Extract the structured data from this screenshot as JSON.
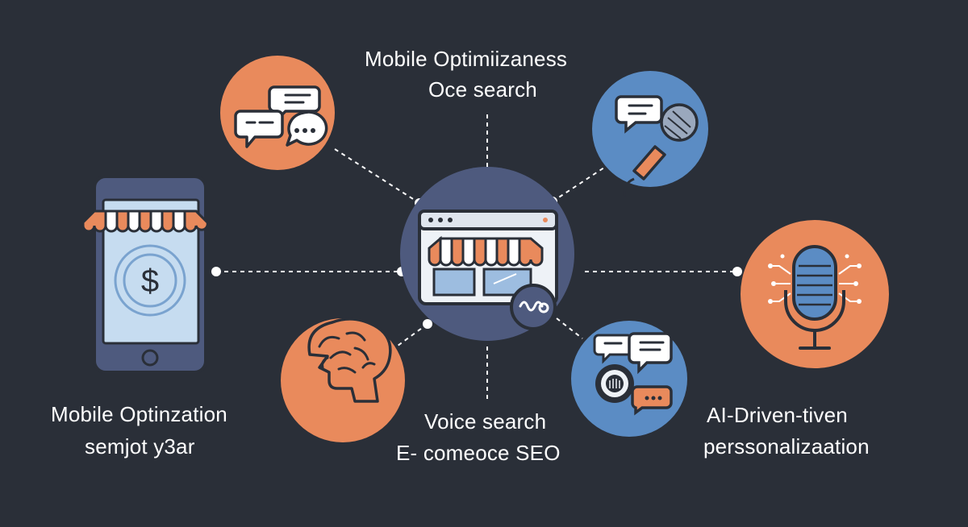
{
  "labels": {
    "top_title": "Mobile Optimiizaness",
    "top_subtitle": "Oce search",
    "left_line1": "Mobile Optinzation",
    "left_line2": "semjot  y3ar",
    "center_line1": "Voice search",
    "center_line2": "E- comeoce SEO",
    "right_line1": "AI-Driven-tiven",
    "right_line2": "perssonalizaation"
  },
  "icons": {
    "hub": "storefront-browser-icon",
    "top_left": "chat-bubbles-icon",
    "top_right": "microphone-chat-icon",
    "left": "smartphone-store-icon",
    "right": "studio-microphone-icon",
    "bottom_left": "brain-head-icon",
    "bottom_right": "voice-assistant-chat-icon"
  },
  "colors": {
    "background": "#2a2f38",
    "hub": "#4e5a7e",
    "orange": "#e98a5c",
    "blue": "#5b8cc4",
    "outline": "#2a2f38",
    "connector": "#ffffff"
  }
}
